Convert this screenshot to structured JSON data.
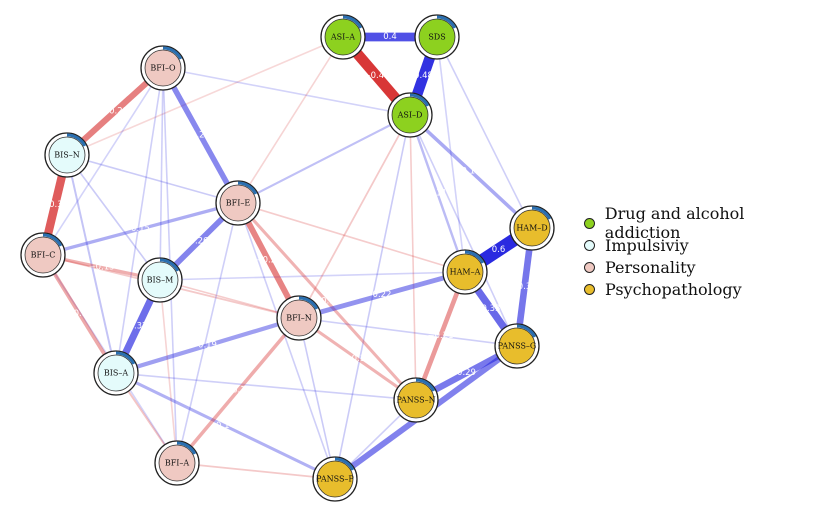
{
  "groups": [
    {
      "id": "drug",
      "name": "Drug and alcohol addiction",
      "color": "#8dd11f"
    },
    {
      "id": "imp",
      "name": "Impulsiviy",
      "color": "#e4fbfb"
    },
    {
      "id": "pers",
      "name": "Personality",
      "color": "#efc9c2"
    },
    {
      "id": "psy",
      "name": "Psychopathology",
      "color": "#e8bd2c"
    }
  ],
  "nodes": [
    {
      "id": "ASI-A",
      "label": "ASI–A",
      "group": "drug"
    },
    {
      "id": "SDS",
      "label": "SDS",
      "group": "drug"
    },
    {
      "id": "ASI-D",
      "label": "ASI–D",
      "group": "drug"
    },
    {
      "id": "BFI-O",
      "label": "BFI–O",
      "group": "pers"
    },
    {
      "id": "BIS-N",
      "label": "BIS–N",
      "group": "imp"
    },
    {
      "id": "BFI-E",
      "label": "BFI–E",
      "group": "pers"
    },
    {
      "id": "BFI-C",
      "label": "BFI–C",
      "group": "pers"
    },
    {
      "id": "BIS-M",
      "label": "BIS–M",
      "group": "imp"
    },
    {
      "id": "BFI-N",
      "label": "BFI–N",
      "group": "pers"
    },
    {
      "id": "BIS-A",
      "label": "BIS–A",
      "group": "imp"
    },
    {
      "id": "BFI-A",
      "label": "BFI–A",
      "group": "pers"
    },
    {
      "id": "HAM-D",
      "label": "HAM–D",
      "group": "psy"
    },
    {
      "id": "HAM-A",
      "label": "HAM–A",
      "group": "psy"
    },
    {
      "id": "PANSS-G",
      "label": "PANSS–G",
      "group": "psy"
    },
    {
      "id": "PANSS-N",
      "label": "PANSS–N",
      "group": "psy"
    },
    {
      "id": "PANSS-P",
      "label": "PANSS–P",
      "group": "psy"
    }
  ],
  "edges": [
    {
      "from": "ASI-A",
      "to": "SDS",
      "weight": 0.4,
      "label": "0.4"
    },
    {
      "from": "ASI-A",
      "to": "ASI-D",
      "weight": -0.48,
      "label": "−0.48"
    },
    {
      "from": "SDS",
      "to": "ASI-D",
      "weight": 0.48,
      "label": "0.48"
    },
    {
      "from": "HAM-D",
      "to": "HAM-A",
      "weight": 0.6,
      "label": "0.6"
    },
    {
      "from": "HAM-D",
      "to": "PANSS-G",
      "weight": 0.3,
      "label": "0.3"
    },
    {
      "from": "HAM-A",
      "to": "PANSS-G",
      "weight": 0.33,
      "label": "0.33"
    },
    {
      "from": "PANSS-G",
      "to": "PANSS-N",
      "weight": 0.29,
      "label": "0.29"
    },
    {
      "from": "PANSS-G",
      "to": "PANSS-P",
      "weight": 0.27,
      "label": "0.27"
    },
    {
      "from": "BFI-O",
      "to": "BIS-N",
      "weight": -0.28,
      "label": "−0.28"
    },
    {
      "from": "BFI-O",
      "to": "BFI-E",
      "weight": 0.25,
      "label": "0.25"
    },
    {
      "from": "BIS-N",
      "to": "BFI-C",
      "weight": -0.38,
      "label": "−0.38"
    },
    {
      "from": "BFI-E",
      "to": "BFI-N",
      "weight": -0.27,
      "label": "−0.27"
    },
    {
      "from": "BFI-E",
      "to": "BIS-M",
      "weight": 0.26,
      "label": "0.26"
    },
    {
      "from": "BFI-C",
      "to": "BFI-E",
      "weight": 0.15,
      "label": "0.15"
    },
    {
      "from": "BFI-C",
      "to": "BIS-M",
      "weight": -0.15,
      "label": "−0.15"
    },
    {
      "from": "BFI-C",
      "to": "BIS-A",
      "weight": -0.17,
      "label": "−0.17"
    },
    {
      "from": "BIS-M",
      "to": "BIS-A",
      "weight": 0.32,
      "label": "0.32"
    },
    {
      "from": "BIS-A",
      "to": "BFI-N",
      "weight": 0.19,
      "label": "0.19"
    },
    {
      "from": "BFI-N",
      "to": "BFI-A",
      "weight": -0.16,
      "label": "−0.16"
    },
    {
      "from": "BFI-N",
      "to": "HAM-A",
      "weight": 0.22,
      "label": "0.22"
    },
    {
      "from": "HAM-A",
      "to": "PANSS-N",
      "weight": -0.21,
      "label": "−0.21"
    },
    {
      "from": "BIS-A",
      "to": "PANSS-P",
      "weight": 0.14,
      "label": "0.14"
    },
    {
      "from": "ASI-D",
      "to": "HAM-D",
      "weight": 0.16,
      "label": "0.16"
    },
    {
      "from": "ASI-D",
      "to": "HAM-A",
      "weight": 0.11,
      "label": "0.11"
    },
    {
      "from": "BFI-E",
      "to": "PANSS-N",
      "weight": -0.14,
      "label": "−0.14"
    },
    {
      "from": "BFI-N",
      "to": "PANSS-N",
      "weight": -0.14,
      "label": "−0.14"
    },
    {
      "from": "BFI-E",
      "to": "ASI-D",
      "weight": 0.1,
      "label": ""
    },
    {
      "from": "BIS-N",
      "to": "BIS-A",
      "weight": 0.09,
      "label": ""
    },
    {
      "from": "BIS-N",
      "to": "BFI-E",
      "weight": 0.07,
      "label": ""
    },
    {
      "from": "BIS-N",
      "to": "BIS-M",
      "weight": 0.07,
      "label": ""
    },
    {
      "from": "BFI-O",
      "to": "BIS-M",
      "weight": 0.06,
      "label": ""
    },
    {
      "from": "BFI-O",
      "to": "BFI-C",
      "weight": 0.05,
      "label": ""
    },
    {
      "from": "BFI-O",
      "to": "BFI-A",
      "weight": 0.06,
      "label": ""
    },
    {
      "from": "BFI-O",
      "to": "BIS-A",
      "weight": 0.06,
      "label": ""
    },
    {
      "from": "BFI-O",
      "to": "ASI-D",
      "weight": 0.05,
      "label": ""
    },
    {
      "from": "BIS-M",
      "to": "BFI-N",
      "weight": -0.07,
      "label": ""
    },
    {
      "from": "BFI-C",
      "to": "BFI-N",
      "weight": -0.08,
      "label": ""
    },
    {
      "from": "BIS-A",
      "to": "BFI-A",
      "weight": -0.09,
      "label": ""
    },
    {
      "from": "BIS-A",
      "to": "PANSS-N",
      "weight": 0.06,
      "label": ""
    },
    {
      "from": "BFI-A",
      "to": "PANSS-P",
      "weight": -0.08,
      "label": ""
    },
    {
      "from": "BFI-A",
      "to": "BFI-E",
      "weight": 0.06,
      "label": ""
    },
    {
      "from": "BFI-N",
      "to": "PANSS-P",
      "weight": 0.07,
      "label": ""
    },
    {
      "from": "BFI-N",
      "to": "PANSS-G",
      "weight": 0.06,
      "label": ""
    },
    {
      "from": "BFI-N",
      "to": "ASI-D",
      "weight": -0.08,
      "label": ""
    },
    {
      "from": "BFI-E",
      "to": "HAM-A",
      "weight": -0.07,
      "label": ""
    },
    {
      "from": "BFI-E",
      "to": "PANSS-P",
      "weight": 0.06,
      "label": ""
    },
    {
      "from": "ASI-D",
      "to": "PANSS-P",
      "weight": 0.07,
      "label": ""
    },
    {
      "from": "ASI-D",
      "to": "PANSS-N",
      "weight": -0.07,
      "label": ""
    },
    {
      "from": "ASI-D",
      "to": "PANSS-G",
      "weight": 0.06,
      "label": ""
    },
    {
      "from": "SDS",
      "to": "HAM-D",
      "weight": 0.06,
      "label": ""
    },
    {
      "from": "SDS",
      "to": "HAM-A",
      "weight": 0.05,
      "label": ""
    },
    {
      "from": "ASI-A",
      "to": "BFI-E",
      "weight": -0.05,
      "label": ""
    },
    {
      "from": "ASI-A",
      "to": "BIS-N",
      "weight": -0.04,
      "label": ""
    },
    {
      "from": "BFI-C",
      "to": "BFI-A",
      "weight": 0.05,
      "label": ""
    },
    {
      "from": "BIS-M",
      "to": "BFI-A",
      "weight": -0.05,
      "label": ""
    },
    {
      "from": "BIS-M",
      "to": "HAM-A",
      "weight": 0.05,
      "label": ""
    },
    {
      "from": "PANSS-N",
      "to": "PANSS-P",
      "weight": 0.06,
      "label": ""
    }
  ]
}
